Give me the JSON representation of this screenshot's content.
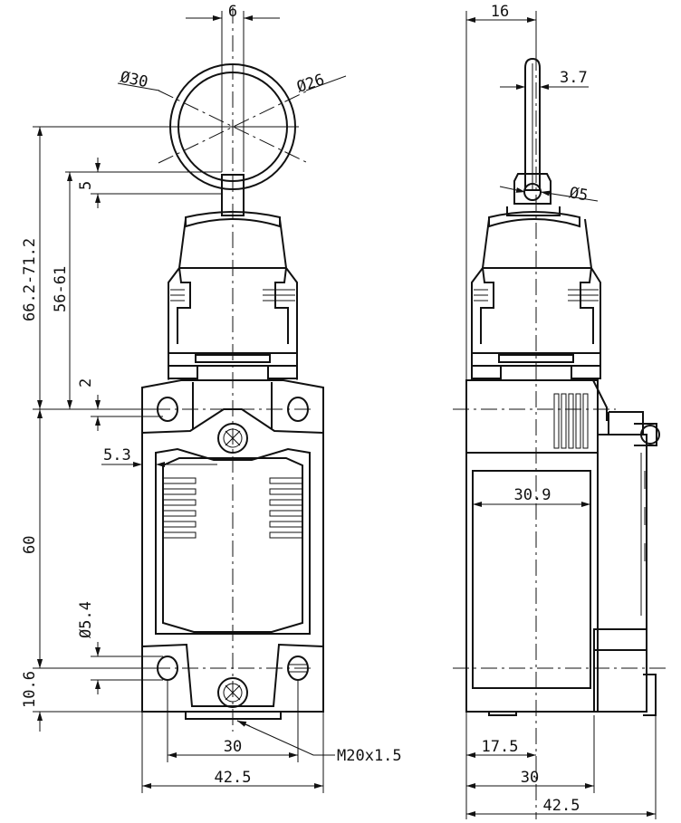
{
  "dimensions": {
    "front_top_width": "6",
    "ring_outer_diameter": "Ø30",
    "ring_inner_diameter": "Ø26",
    "actuator_offset": "5",
    "overall_height": "66.2-71.2",
    "head_height": "56-61",
    "gap": "2",
    "body_height": "60",
    "bottom_hole_offset": "10.6",
    "hole_diameter": "Ø5.4",
    "flange_offset": "5.3",
    "hole_spacing": "30",
    "body_width": "42.5",
    "cable_entry": "M20x1.5",
    "side_top_width": "16",
    "rod_width": "3.7",
    "pivot_diameter": "Ø5",
    "label_width": "30.9",
    "side_center_offset": "17.5",
    "side_depth": "30",
    "side_width": "42.5"
  }
}
